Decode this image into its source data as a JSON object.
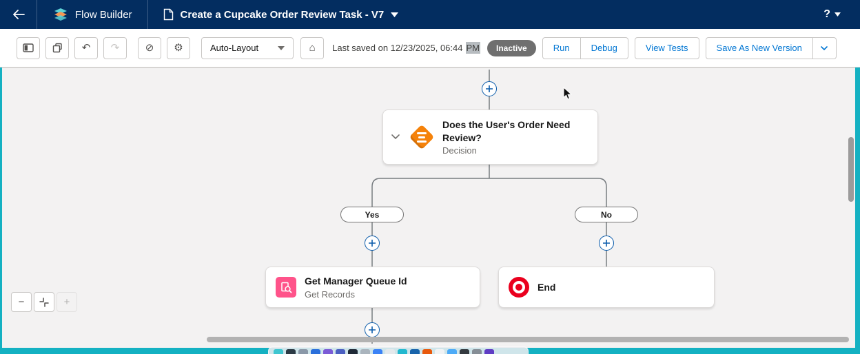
{
  "topnav": {
    "app_name": "Flow Builder",
    "flow_title": "Create a Cupcake Order Review Task - V7",
    "help_label": "?"
  },
  "toolbar": {
    "layout_select_value": "Auto-Layout",
    "last_saved_prefix": "Last saved on 12/23/2025, 06:44",
    "last_saved_meridiem": "PM",
    "status_badge": "Inactive",
    "run_label": "Run",
    "debug_label": "Debug",
    "view_tests_label": "View Tests",
    "save_as_label": "Save As New Version",
    "icons": {
      "undo": "↶",
      "redo": "↷",
      "prohibit": "⊘",
      "gear": "⚙",
      "home": "⌂"
    }
  },
  "canvas": {
    "decision_node": {
      "title": "Does the User's Order Need Review?",
      "type_label": "Decision"
    },
    "branch_yes": "Yes",
    "branch_no": "No",
    "get_records_node": {
      "title": "Get Manager Queue Id",
      "type_label": "Get Records"
    },
    "end_node": {
      "title": "End"
    },
    "zoom": {
      "out_label": "−",
      "in_label": "+"
    }
  },
  "colors": {
    "header_bg": "#032d60",
    "desktop_bg": "#14b1c2",
    "accent_blue": "#0176d3",
    "decision_orange": "#f5820a",
    "get_records_pink": "#ff538a",
    "end_red": "#ea001e",
    "inactive_badge": "#6f6f6f",
    "canvas_bg": "#f3f2f2"
  },
  "desktop": {
    "dock_icons": [
      "#3ec6d0",
      "#2b3a45",
      "#8a98a8",
      "#2a6fdb",
      "#7b5bd6",
      "#4a5fc1",
      "#1f2937",
      "#aab4bd",
      "#3b82f6",
      "#e5e9ec",
      "#22b8cf",
      "#1864ab",
      "#e8590c",
      "#f1f3f5",
      "#4dabf7",
      "#343a40",
      "#868e96",
      "#5f3dc4"
    ]
  }
}
